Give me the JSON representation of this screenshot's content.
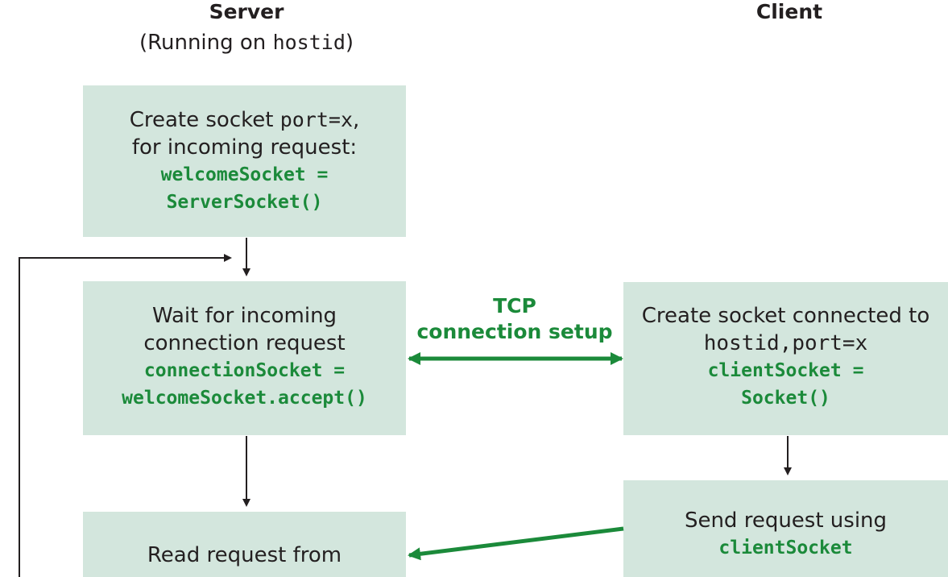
{
  "server": {
    "heading": "Server",
    "subheading_prefix": "(Running on ",
    "subheading_code": "hostid",
    "subheading_suffix": ")"
  },
  "client": {
    "heading": "Client"
  },
  "boxes": {
    "create_welcome": {
      "line1_text": "Create  socket ",
      "line1_code": "port=x",
      "line1_end": ",",
      "line2": "for incoming request:",
      "code1": "welcomeSocket =",
      "code2": "ServerSocket()"
    },
    "wait_connection": {
      "line1": "Wait for incoming",
      "line2": "connection request",
      "code1": "connectionSocket =",
      "code2": "welcomeSocket.accept()"
    },
    "create_client": {
      "line1": "Create socket connected to",
      "line2_code": "hostid,port=x",
      "code1": "clientSocket =",
      "code2": "Socket()"
    },
    "send_request": {
      "line1": "Send request using",
      "code1": "clientSocket"
    },
    "read_request": {
      "line1": "Read request from"
    }
  },
  "tcp_label": {
    "line1": "TCP",
    "line2": "connection setup"
  },
  "colors": {
    "box_fill": "#d3e6dd",
    "accent_green": "#1b8a3a",
    "text": "#231f20"
  }
}
